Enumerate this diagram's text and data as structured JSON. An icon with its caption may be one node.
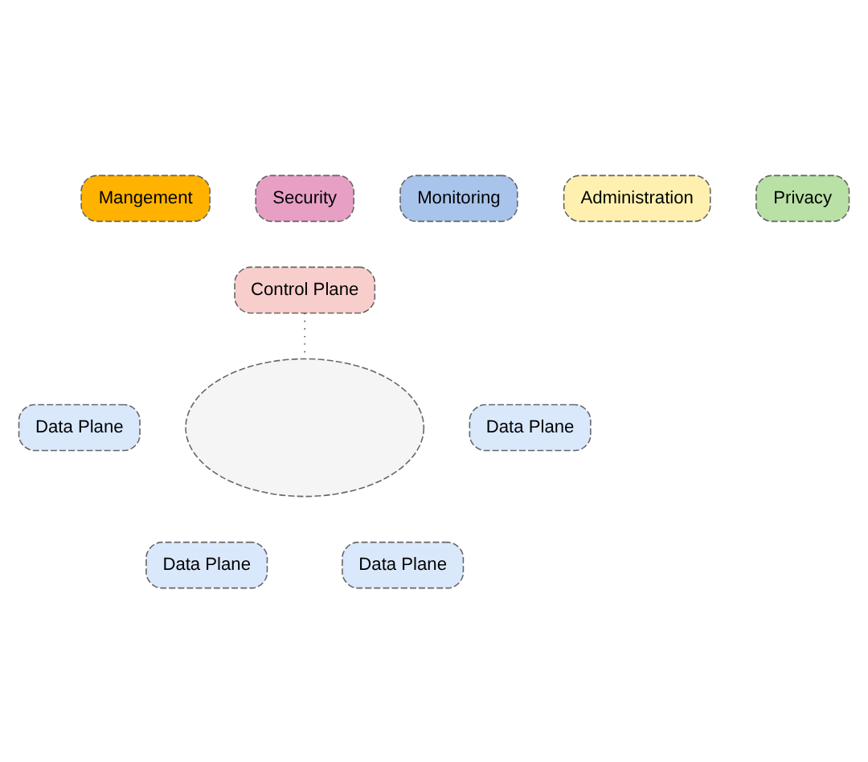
{
  "diagram": {
    "nodes": [
      {
        "text": [
          "Mangement"
        ]
      },
      {
        "text": [
          "Administration"
        ]
      },
      {
        "text": [
          "Security"
        ]
      },
      {
        "text": [
          "Privacy"
        ]
      },
      {
        "text": [
          "Monitoring"
        ]
      },
      {
        "text": [
          "Control Plane"
        ]
      },
      {
        "text": [
          "Data Plane"
        ]
      },
      {
        "text": [
          "Data Plane"
        ]
      },
      {
        "text": [],
        "shape": "cloud"
      },
      {
        "text": [
          "Data Plane"
        ]
      },
      {
        "text": [
          "Data Plane"
        ]
      }
    ],
    "edges": [
      {
        "from": 5,
        "to": 8,
        "arrow": "none",
        "style": "dashed"
      }
    ]
  }
}
